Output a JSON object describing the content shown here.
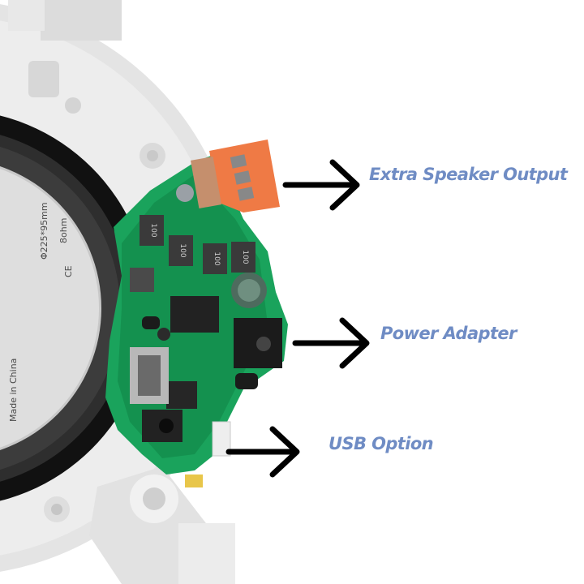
{
  "callouts": {
    "speaker_output": "Extra Speaker Output",
    "power_adapter": "Power Adapter",
    "usb_option": "USB Option"
  },
  "speaker_label": {
    "impedance": "8ohm",
    "size": "Φ225*95mm",
    "origin": "Made in China",
    "cert": "CE"
  },
  "chip_marks": [
    "100",
    "100",
    "100",
    "100"
  ],
  "colors": {
    "callout_text": "#6f8cc4",
    "arrow": "#000000",
    "pcb": "#17a05a",
    "housing": "#e9e9e9",
    "terminal": "#ef7a45"
  }
}
